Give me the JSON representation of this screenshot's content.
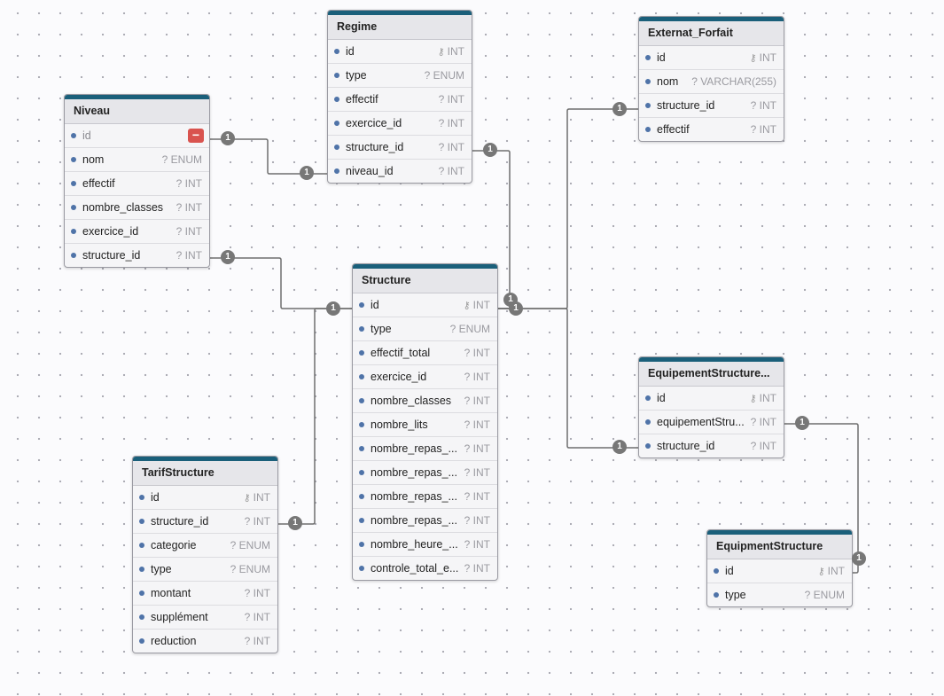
{
  "tables": [
    {
      "id": "regime",
      "title": "Regime",
      "fields": [
        {
          "name": "id",
          "type": "INT",
          "key": true
        },
        {
          "name": "type",
          "type": "? ENUM"
        },
        {
          "name": "effectif",
          "type": "? INT"
        },
        {
          "name": "exercice_id",
          "type": "? INT"
        },
        {
          "name": "structure_id",
          "type": "? INT"
        },
        {
          "name": "niveau_id",
          "type": "? INT"
        }
      ]
    },
    {
      "id": "externat",
      "title": "Externat_Forfait",
      "fields": [
        {
          "name": "id",
          "type": "INT",
          "key": true
        },
        {
          "name": "nom",
          "type": "? VARCHAR(255)"
        },
        {
          "name": "structure_id",
          "type": "? INT"
        },
        {
          "name": "effectif",
          "type": "? INT"
        }
      ]
    },
    {
      "id": "niveau",
      "title": "Niveau",
      "fields": [
        {
          "name": "id",
          "type": "",
          "muted": true,
          "delete": true
        },
        {
          "name": "nom",
          "type": "? ENUM"
        },
        {
          "name": "effectif",
          "type": "? INT"
        },
        {
          "name": "nombre_classes",
          "type": "? INT"
        },
        {
          "name": "exercice_id",
          "type": "? INT"
        },
        {
          "name": "structure_id",
          "type": "? INT"
        }
      ]
    },
    {
      "id": "structure",
      "title": "Structure",
      "fields": [
        {
          "name": "id",
          "type": "INT",
          "key": true
        },
        {
          "name": "type",
          "type": "? ENUM"
        },
        {
          "name": "effectif_total",
          "type": "? INT"
        },
        {
          "name": "exercice_id",
          "type": "? INT"
        },
        {
          "name": "nombre_classes",
          "type": "? INT"
        },
        {
          "name": "nombre_lits",
          "type": "? INT"
        },
        {
          "name": "nombre_repas_...",
          "type": "? INT"
        },
        {
          "name": "nombre_repas_...",
          "type": "? INT"
        },
        {
          "name": "nombre_repas_...",
          "type": "? INT"
        },
        {
          "name": "nombre_repas_...",
          "type": "? INT"
        },
        {
          "name": "nombre_heure_...",
          "type": "? INT"
        },
        {
          "name": "controle_total_e...",
          "type": "? INT"
        }
      ]
    },
    {
      "id": "equip_structure_x",
      "title": "EquipementStructure...",
      "fields": [
        {
          "name": "id",
          "type": "INT",
          "key": true
        },
        {
          "name": "equipementStru...",
          "type": "? INT"
        },
        {
          "name": "structure_id",
          "type": "? INT"
        }
      ]
    },
    {
      "id": "tarif",
      "title": "TarifStructure",
      "fields": [
        {
          "name": "id",
          "type": "INT",
          "key": true
        },
        {
          "name": "structure_id",
          "type": "? INT"
        },
        {
          "name": "categorie",
          "type": "? ENUM"
        },
        {
          "name": "type",
          "type": "? ENUM"
        },
        {
          "name": "montant",
          "type": "? INT"
        },
        {
          "name": "supplément",
          "type": "? INT"
        },
        {
          "name": "reduction",
          "type": "? INT"
        }
      ]
    },
    {
      "id": "equipment_structure",
      "title": "EquipmentStructure",
      "fields": [
        {
          "name": "id",
          "type": "INT",
          "key": true
        },
        {
          "name": "type",
          "type": "? ENUM"
        }
      ]
    }
  ],
  "relation_label": "1",
  "colors": {
    "header_bar": "#1a5f7a",
    "field_dot": "#4f73a8",
    "badge": "#777777",
    "link": "#6e6e6e",
    "delete": "#d9534f"
  },
  "icons": {
    "primary_key": "key-icon",
    "delete": "minus-icon",
    "field": "field-dot-icon"
  }
}
